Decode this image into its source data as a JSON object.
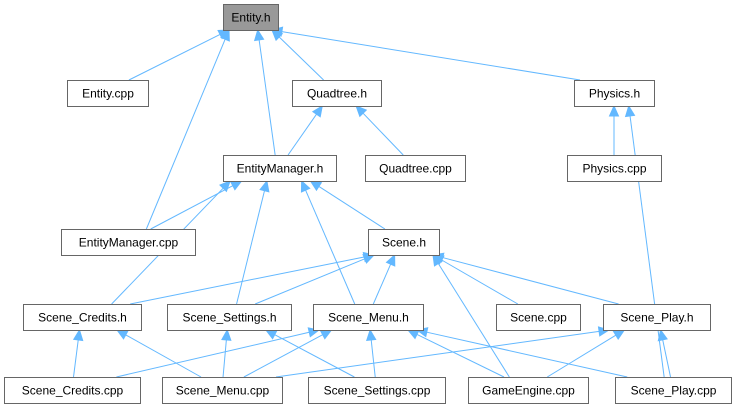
{
  "graph": {
    "nodes": [
      {
        "id": "entity_h",
        "label": "Entity.h",
        "root": true
      },
      {
        "id": "entity_cpp",
        "label": "Entity.cpp"
      },
      {
        "id": "quadtree_h",
        "label": "Quadtree.h"
      },
      {
        "id": "physics_h",
        "label": "Physics.h"
      },
      {
        "id": "entitymanager_h",
        "label": "EntityManager.h"
      },
      {
        "id": "quadtree_cpp",
        "label": "Quadtree.cpp"
      },
      {
        "id": "physics_cpp",
        "label": "Physics.cpp"
      },
      {
        "id": "entitymanager_cpp",
        "label": "EntityManager.cpp"
      },
      {
        "id": "scene_h",
        "label": "Scene.h"
      },
      {
        "id": "scene_credits_h",
        "label": "Scene_Credits.h"
      },
      {
        "id": "scene_settings_h",
        "label": "Scene_Settings.h"
      },
      {
        "id": "scene_menu_h",
        "label": "Scene_Menu.h"
      },
      {
        "id": "scene_cpp",
        "label": "Scene.cpp"
      },
      {
        "id": "scene_play_h",
        "label": "Scene_Play.h"
      },
      {
        "id": "scene_credits_cpp",
        "label": "Scene_Credits.cpp"
      },
      {
        "id": "scene_menu_cpp",
        "label": "Scene_Menu.cpp"
      },
      {
        "id": "scene_settings_cpp",
        "label": "Scene_Settings.cpp"
      },
      {
        "id": "gameengine_cpp",
        "label": "GameEngine.cpp"
      },
      {
        "id": "scene_play_cpp",
        "label": "Scene_Play.cpp"
      }
    ],
    "edges": [
      {
        "from": "entity_cpp",
        "to": "entity_h"
      },
      {
        "from": "entitymanager_cpp",
        "to": "entity_h"
      },
      {
        "from": "entitymanager_h",
        "to": "entity_h"
      },
      {
        "from": "quadtree_h",
        "to": "entity_h"
      },
      {
        "from": "physics_h",
        "to": "entity_h"
      },
      {
        "from": "entitymanager_h",
        "to": "quadtree_h"
      },
      {
        "from": "quadtree_cpp",
        "to": "quadtree_h"
      },
      {
        "from": "physics_cpp",
        "to": "physics_h"
      },
      {
        "from": "scene_play_cpp",
        "to": "physics_h"
      },
      {
        "from": "entitymanager_cpp",
        "to": "entitymanager_h"
      },
      {
        "from": "scene_credits_h",
        "to": "entitymanager_h"
      },
      {
        "from": "scene_settings_h",
        "to": "entitymanager_h"
      },
      {
        "from": "scene_menu_h",
        "to": "entitymanager_h"
      },
      {
        "from": "scene_h",
        "to": "entitymanager_h"
      },
      {
        "from": "scene_credits_h",
        "to": "scene_h"
      },
      {
        "from": "scene_settings_h",
        "to": "scene_h"
      },
      {
        "from": "scene_menu_h",
        "to": "scene_h"
      },
      {
        "from": "scene_cpp",
        "to": "scene_h"
      },
      {
        "from": "scene_play_h",
        "to": "scene_h"
      },
      {
        "from": "gameengine_cpp",
        "to": "scene_h"
      },
      {
        "from": "scene_credits_cpp",
        "to": "scene_credits_h"
      },
      {
        "from": "scene_menu_cpp",
        "to": "scene_credits_h"
      },
      {
        "from": "scene_menu_cpp",
        "to": "scene_settings_h"
      },
      {
        "from": "scene_settings_cpp",
        "to": "scene_settings_h"
      },
      {
        "from": "scene_credits_cpp",
        "to": "scene_menu_h"
      },
      {
        "from": "scene_menu_cpp",
        "to": "scene_menu_h"
      },
      {
        "from": "scene_settings_cpp",
        "to": "scene_menu_h"
      },
      {
        "from": "gameengine_cpp",
        "to": "scene_menu_h"
      },
      {
        "from": "scene_play_cpp",
        "to": "scene_menu_h"
      },
      {
        "from": "scene_menu_cpp",
        "to": "scene_play_h"
      },
      {
        "from": "gameengine_cpp",
        "to": "scene_play_h"
      },
      {
        "from": "scene_play_cpp",
        "to": "scene_play_h"
      }
    ]
  },
  "colors": {
    "edge": "#63b8ff",
    "node_border": "#666666",
    "root_fill": "#999999",
    "node_fill": "#ffffff"
  }
}
